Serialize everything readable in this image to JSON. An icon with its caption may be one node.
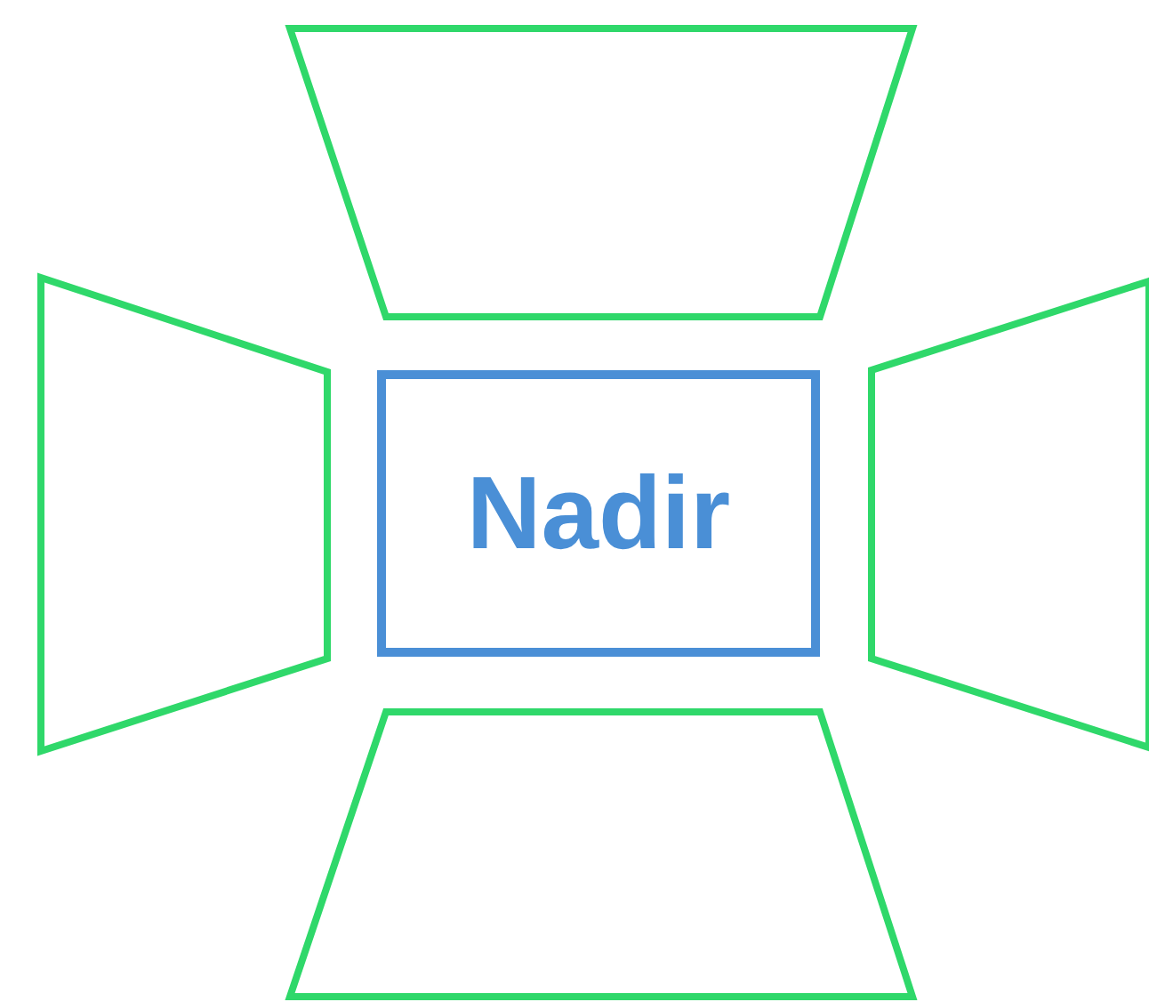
{
  "diagram": {
    "nodes": [
      {
        "text": [],
        "shape": "trapezoid"
      },
      {
        "text": [],
        "shape": "trapezoid"
      },
      {
        "text": [
          "Nadir"
        ]
      },
      {
        "text": [],
        "shape": "trapezoid"
      },
      {
        "text": [],
        "shape": "trapezoid"
      }
    ]
  }
}
